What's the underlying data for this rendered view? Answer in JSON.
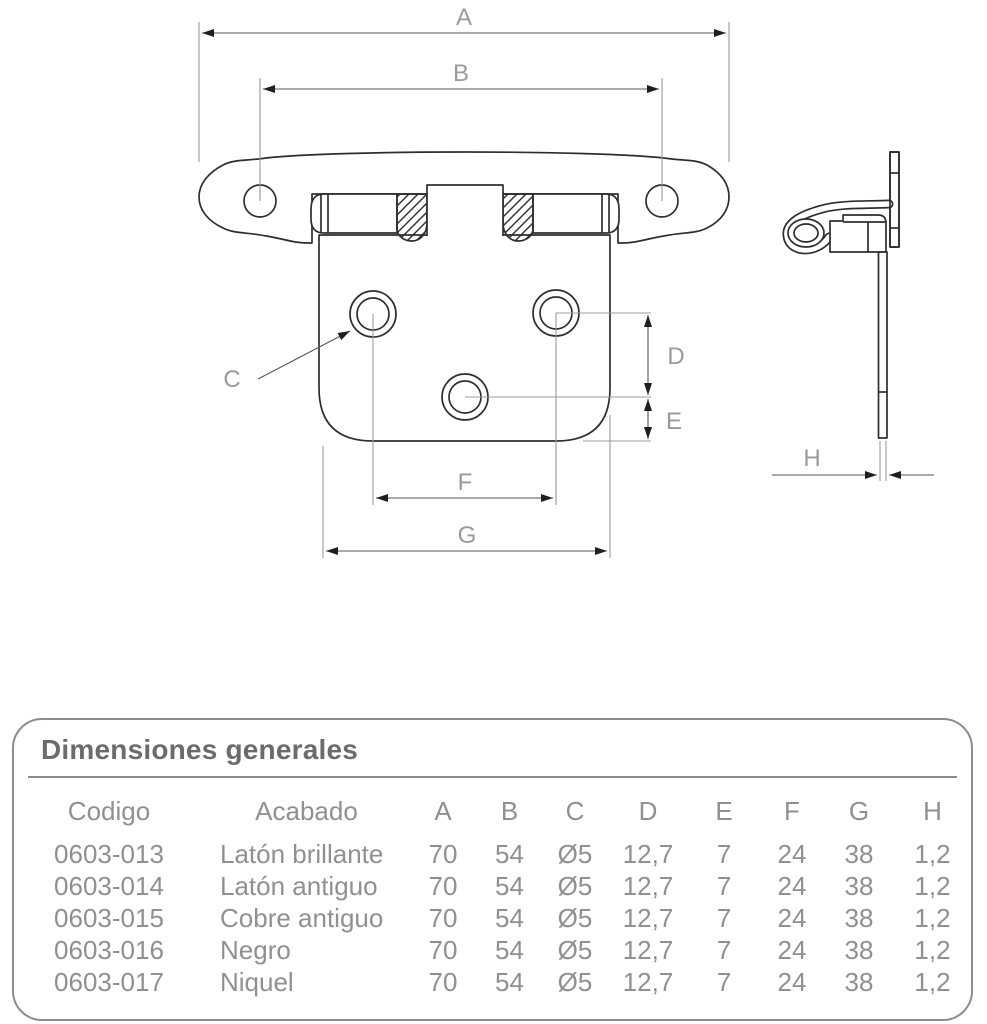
{
  "diagram": {
    "labels": {
      "A": "A",
      "B": "B",
      "C": "C",
      "D": "D",
      "E": "E",
      "F": "F",
      "G": "G",
      "H": "H"
    }
  },
  "table": {
    "title": "Dimensiones generales",
    "columns": [
      "Codigo",
      "Acabado",
      "A",
      "B",
      "C",
      "D",
      "E",
      "F",
      "G",
      "H"
    ],
    "rows": [
      [
        "0603-013",
        "Latón brillante",
        "70",
        "54",
        "Ø5",
        "12,7",
        "7",
        "24",
        "38",
        "1,2"
      ],
      [
        "0603-014",
        "Latón antiguo",
        "70",
        "54",
        "Ø5",
        "12,7",
        "7",
        "24",
        "38",
        "1,2"
      ],
      [
        "0603-015",
        "Cobre antiguo",
        "70",
        "54",
        "Ø5",
        "12,7",
        "7",
        "24",
        "38",
        "1,2"
      ],
      [
        "0603-016",
        "Negro",
        "70",
        "54",
        "Ø5",
        "12,7",
        "7",
        "24",
        "38",
        "1,2"
      ],
      [
        "0603-017",
        "Niquel",
        "70",
        "54",
        "Ø5",
        "12,7",
        "7",
        "24",
        "38",
        "1,2"
      ]
    ]
  },
  "colors": {
    "drawing_line": "#2e2e2e",
    "dimension_line": "#565656",
    "extension_line": "#9c9c9c",
    "label_text": "#9a9a9a",
    "table_text": "#909090",
    "table_title": "#6b6b6b",
    "panel_border": "#8d8d8d",
    "background": "#ffffff"
  }
}
